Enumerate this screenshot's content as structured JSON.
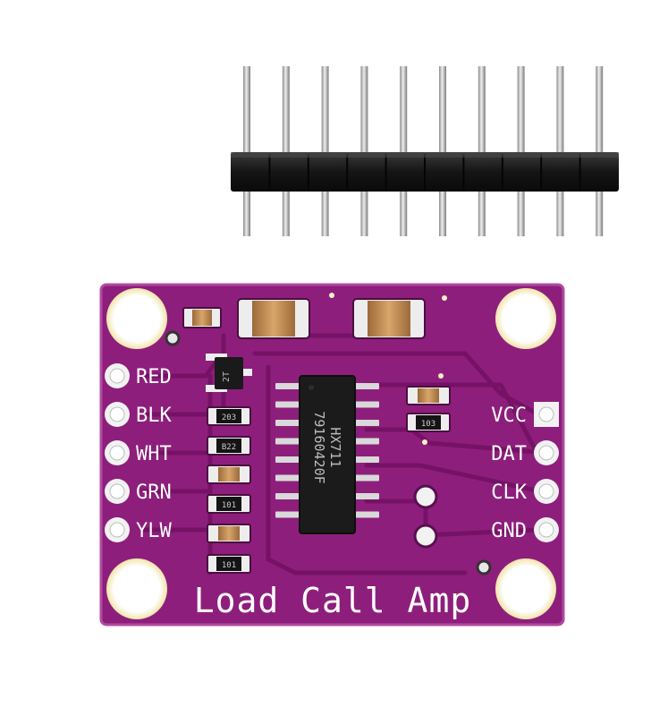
{
  "board": {
    "title": "Load Call Amp",
    "colors": {
      "solder_mask": "#8e1e7c",
      "solder_mask_light": "#a8379a",
      "trace": "#761266",
      "pad": "#f2f2f2",
      "silkscreen": "#ffffff",
      "chip_body": "#1b1b1b",
      "header_plastic": "#1a1a1a",
      "pin_metal": "#c9c9c9"
    },
    "left_pins": [
      {
        "label": "RED"
      },
      {
        "label": "BLK"
      },
      {
        "label": "WHT"
      },
      {
        "label": "GRN"
      },
      {
        "label": "YLW"
      }
    ],
    "right_pins": [
      {
        "label": "VCC"
      },
      {
        "label": "DAT"
      },
      {
        "label": "CLK"
      },
      {
        "label": "GND"
      }
    ],
    "chip": {
      "line1": "HX711",
      "line2": "79160420F"
    },
    "smd_labels": {
      "transistor": "2T",
      "r1": "203",
      "r2": "B22",
      "r3": "101",
      "r4": "101",
      "r5": "103"
    }
  },
  "header": {
    "pin_count": 10
  }
}
